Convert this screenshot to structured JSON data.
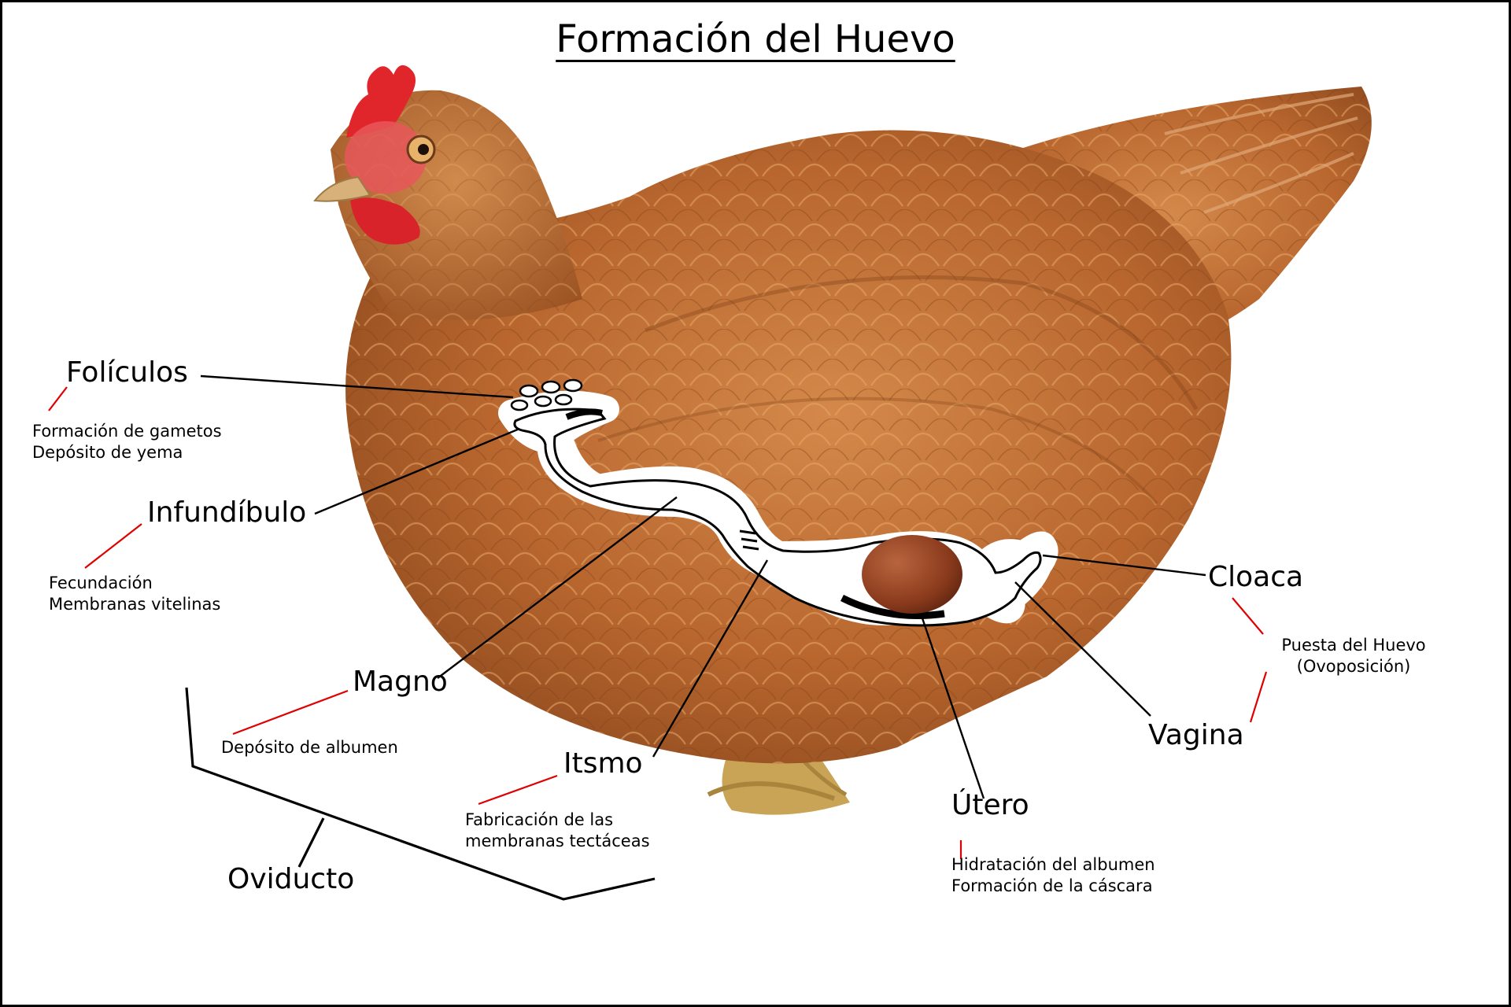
{
  "title": "Formación del Huevo",
  "colors": {
    "hen_body": "#b8662e",
    "hen_light": "#d99558",
    "comb": "#e0262a",
    "egg": "#8a3a1c",
    "leader_label": "#000000",
    "leader_description": "#e00000"
  },
  "labels": {
    "foliculos": {
      "name": "Folículos",
      "desc": [
        "Formación de gametos",
        "Depósito de yema"
      ]
    },
    "infundibulo": {
      "name": "Infundíbulo",
      "desc": [
        "Fecundación",
        "Membranas vitelinas"
      ]
    },
    "magno": {
      "name": "Magno",
      "desc": [
        "Depósito de albumen"
      ]
    },
    "itsmo": {
      "name": "Itsmo",
      "desc": [
        "Fabricación de las",
        "membranas tectáceas"
      ]
    },
    "oviducto": {
      "name": "Oviducto"
    },
    "utero": {
      "name": "Útero",
      "desc": [
        "Hidratación del albumen",
        "Formación de la cáscara"
      ]
    },
    "vagina": {
      "name": "Vagina"
    },
    "cloaca": {
      "name": "Cloaca",
      "desc": [
        "Puesta del Huevo",
        "(Ovoposición)"
      ]
    }
  }
}
